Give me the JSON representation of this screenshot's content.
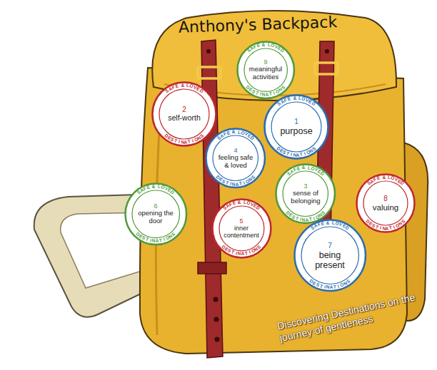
{
  "diagram": {
    "title": "Anthony's Backpack",
    "caption": "Discovering Destinations on the journey of gentleness",
    "nodes": [
      {
        "text": [
          "SAFE & LOVED",
          "9",
          "meaningful activities",
          "DESTINATIONS"
        ]
      },
      {
        "text": [
          "SAFE & LOVED",
          "2",
          "self-worth",
          "DESTINATIONS"
        ]
      },
      {
        "text": [
          "SAFE & LOVED",
          "1",
          "purpose",
          "DESTINATIONS"
        ]
      },
      {
        "text": [
          "SAFE & LOVED",
          "4",
          "feeling safe & loved",
          "DESTINATIONS"
        ]
      },
      {
        "text": [
          "SAFE & LOVED",
          "3",
          "sense of belonging",
          "DESTINATIONS"
        ]
      },
      {
        "text": [
          "SAFE & LOVED",
          "8",
          "valuing",
          "DESTINATIONS"
        ]
      },
      {
        "text": [
          "SAFE & LOVED",
          "6",
          "opening the door",
          "DESTINATIONS"
        ]
      },
      {
        "text": [
          "SAFE & LOVED",
          "5",
          "inner contentment",
          "DESTINATIONS"
        ]
      },
      {
        "text": [
          "SAFE & LOVED",
          "7",
          "being present",
          "DESTINATIONS"
        ]
      }
    ]
  }
}
